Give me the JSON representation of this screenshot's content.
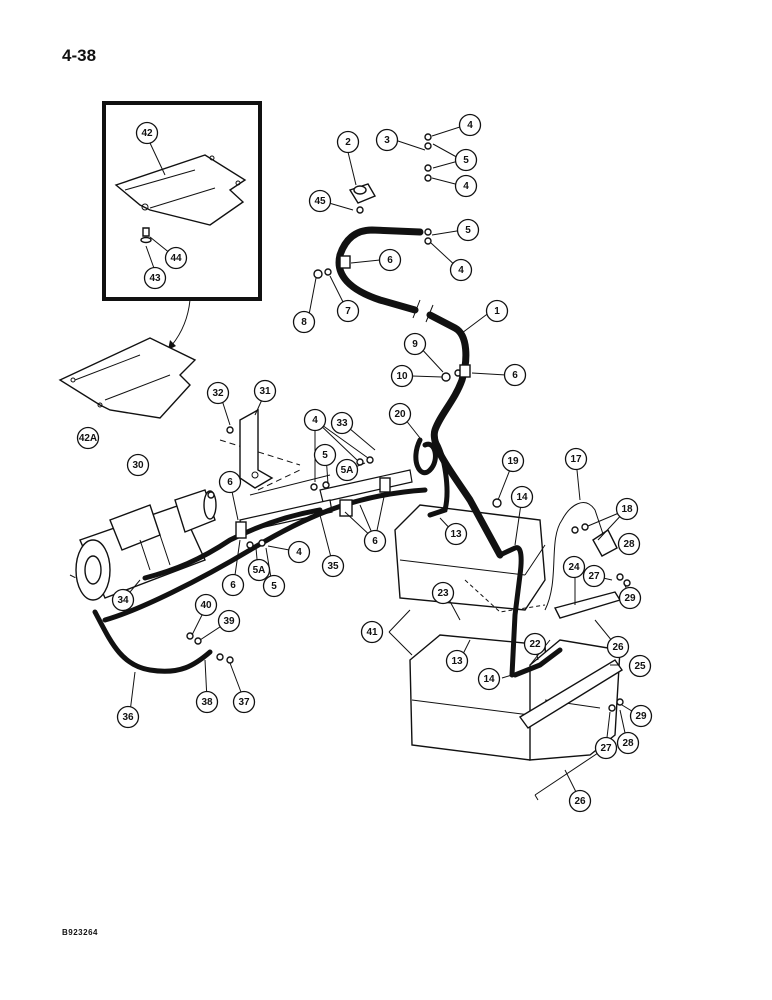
{
  "page": {
    "number": "4-38",
    "drawing_code": "B923264"
  },
  "callouts": [
    {
      "id": "42",
      "label": "42"
    },
    {
      "id": "44",
      "label": "44"
    },
    {
      "id": "43",
      "label": "43"
    },
    {
      "id": "42a",
      "label": "42A"
    },
    {
      "id": "2",
      "label": "2"
    },
    {
      "id": "3",
      "label": "3"
    },
    {
      "id": "4a",
      "label": "4"
    },
    {
      "id": "5a",
      "label": "5"
    },
    {
      "id": "4b",
      "label": "4"
    },
    {
      "id": "45",
      "label": "45"
    },
    {
      "id": "5b",
      "label": "5"
    },
    {
      "id": "4c",
      "label": "4"
    },
    {
      "id": "6a",
      "label": "6"
    },
    {
      "id": "8",
      "label": "8"
    },
    {
      "id": "7",
      "label": "7"
    },
    {
      "id": "1",
      "label": "1"
    },
    {
      "id": "9",
      "label": "9"
    },
    {
      "id": "10",
      "label": "10"
    },
    {
      "id": "6b",
      "label": "6"
    },
    {
      "id": "32",
      "label": "32"
    },
    {
      "id": "31",
      "label": "31"
    },
    {
      "id": "4d",
      "label": "4"
    },
    {
      "id": "33",
      "label": "33"
    },
    {
      "id": "20",
      "label": "20"
    },
    {
      "id": "5c",
      "label": "5"
    },
    {
      "id": "5A-a",
      "label": "5A"
    },
    {
      "id": "30",
      "label": "30"
    },
    {
      "id": "6c",
      "label": "6"
    },
    {
      "id": "19",
      "label": "19"
    },
    {
      "id": "17",
      "label": "17"
    },
    {
      "id": "14a",
      "label": "14"
    },
    {
      "id": "18",
      "label": "18"
    },
    {
      "id": "13a",
      "label": "13"
    },
    {
      "id": "6d",
      "label": "6"
    },
    {
      "id": "28a",
      "label": "28"
    },
    {
      "id": "4e",
      "label": "4"
    },
    {
      "id": "5A-b",
      "label": "5A"
    },
    {
      "id": "5d",
      "label": "5"
    },
    {
      "id": "6e",
      "label": "6"
    },
    {
      "id": "35",
      "label": "35"
    },
    {
      "id": "34",
      "label": "34"
    },
    {
      "id": "27a",
      "label": "27"
    },
    {
      "id": "24",
      "label": "24"
    },
    {
      "id": "29a",
      "label": "29"
    },
    {
      "id": "40",
      "label": "40"
    },
    {
      "id": "39",
      "label": "39"
    },
    {
      "id": "23",
      "label": "23"
    },
    {
      "id": "41",
      "label": "41"
    },
    {
      "id": "26a",
      "label": "26"
    },
    {
      "id": "22",
      "label": "22"
    },
    {
      "id": "13b",
      "label": "13"
    },
    {
      "id": "25",
      "label": "25"
    },
    {
      "id": "14b",
      "label": "14"
    },
    {
      "id": "36",
      "label": "36"
    },
    {
      "id": "38",
      "label": "38"
    },
    {
      "id": "37",
      "label": "37"
    },
    {
      "id": "29b",
      "label": "29"
    },
    {
      "id": "27b",
      "label": "27"
    },
    {
      "id": "28b",
      "label": "28"
    },
    {
      "id": "26b",
      "label": "26"
    }
  ]
}
